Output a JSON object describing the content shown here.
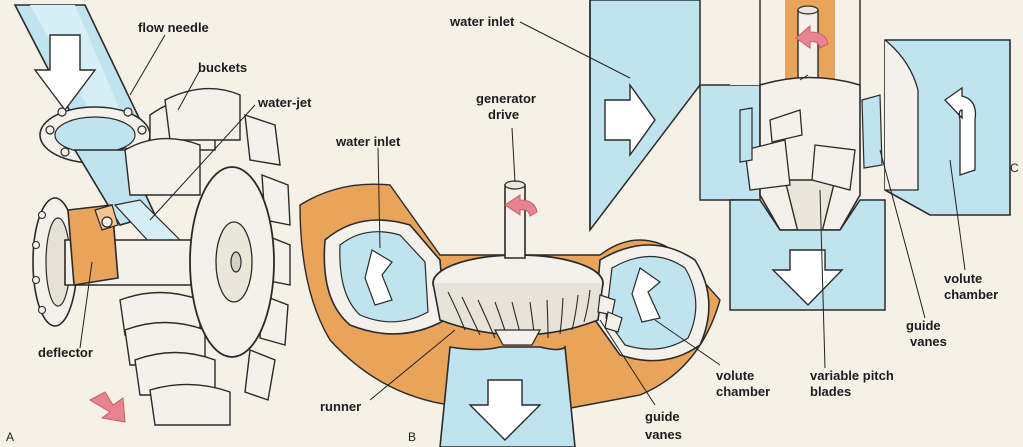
{
  "colors": {
    "water": "#bfe3ef",
    "orange": "#e9a45c",
    "arrow_pink": "#e8848f",
    "metal": "#f4f1ea",
    "outline": "#2a2a2a",
    "background": "#f6f1e6"
  },
  "panels": {
    "a": {
      "letter": "A"
    },
    "b": {
      "letter": "B"
    },
    "c": {
      "letter": "C"
    }
  },
  "labels": {
    "a_flow_needle": "flow needle",
    "a_buckets": "buckets",
    "a_water_jet": "water-jet",
    "a_deflector": "deflector",
    "b_water_inlet": "water inlet",
    "b_generator_drive": [
      "generator",
      "drive"
    ],
    "b_runner": "runner",
    "b_guide_vanes": [
      "guide",
      "vanes"
    ],
    "b_volute_chamber": [
      "volute",
      "chamber"
    ],
    "c_water_inlet": "water inlet",
    "c_variable_pitch_blades": [
      "variable pitch",
      "blades"
    ],
    "c_guide_vanes": [
      "guide",
      "vanes"
    ],
    "c_volute_chamber": [
      "volute",
      "chamber"
    ]
  }
}
